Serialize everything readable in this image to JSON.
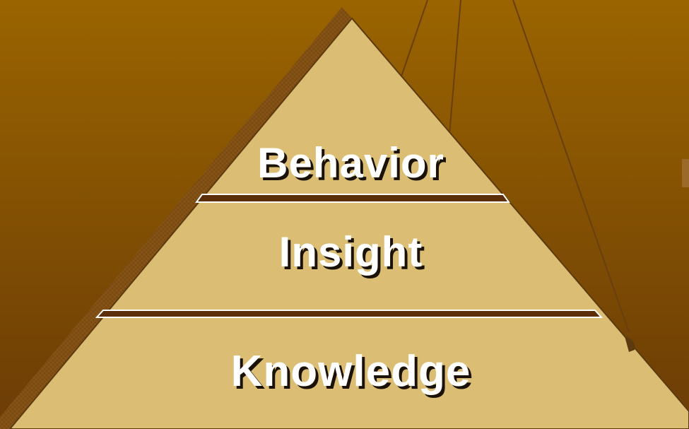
{
  "diagram": {
    "tiers": [
      {
        "label": "Behavior"
      },
      {
        "label": "Insight"
      },
      {
        "label": "Knowledge"
      }
    ]
  },
  "colors": {
    "background_top": "#9a6400",
    "background_bottom": "#6b3c06",
    "pyramid_face": "#dbbe74",
    "pyramid_shadow": "#7a4a10",
    "pyramid_outline": "#5c3a0e",
    "divider_fill": "#5c2e0a",
    "divider_edge": "#ffffff",
    "label_text": "#ffffff",
    "label_shadow": "#1a1206"
  }
}
